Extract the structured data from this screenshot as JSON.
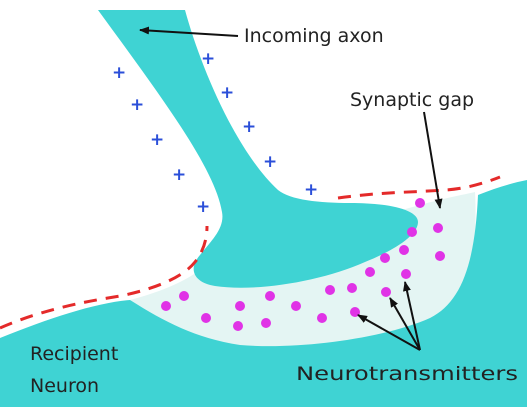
{
  "labels": {
    "incoming_axon": "Incoming axon",
    "synaptic_gap": "Synaptic gap",
    "recipient_line1": "Recipient",
    "recipient_line2": "Neuron",
    "neurotransmitters": "Neurotransmitters"
  },
  "glyphs": {
    "charge": "+"
  },
  "colors": {
    "neuron": "#3fd3d3",
    "gap": "#e4f5f3",
    "charge": "#2b4fd9",
    "neurotransmitter": "#e033e6",
    "membrane": "#e42a2a",
    "arrow": "#111111"
  }
}
